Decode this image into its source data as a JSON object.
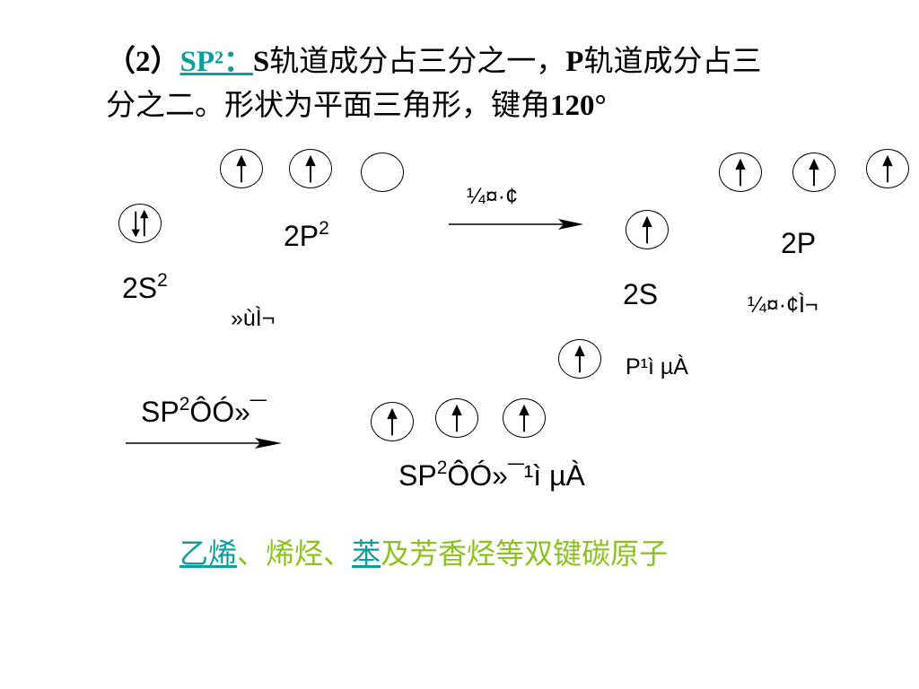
{
  "heading": {
    "prefix": "（2）",
    "link": "SP²：",
    "line1_rest_s": "S",
    "line1_rest_text1": "轨道成分占三分之一，",
    "line1_rest_p": "P",
    "line1_rest_text2": "轨道成分占三",
    "line2_text": "分之二。形状为平面三角形，键角",
    "line2_angle": "120°"
  },
  "ground": {
    "s_label": "2S",
    "s_sup": "2",
    "p_label": "2P",
    "p_sup": "2",
    "state_label": "»ùÌ¬"
  },
  "excite": {
    "arrow_label": "¼¤·¢",
    "s_label": "2S",
    "p_label": "2P",
    "state_label": "¼¤·¢Ì¬"
  },
  "unhybrid": {
    "label": "P¹ì µÀ"
  },
  "hybrid": {
    "arrow_label_main": "SP",
    "arrow_label_sup": "2",
    "arrow_label_tail": "ÔÓ»¯",
    "orbital_label_main": "SP",
    "orbital_label_sup": "2",
    "orbital_label_tail": "ÔÓ»¯¹ì µÀ"
  },
  "footer": {
    "item1": "乙烯",
    "sep1": "、",
    "item2": "烯烃",
    "sep2": "、",
    "item3": "苯",
    "rest": "及芳香烃等双键碳原子"
  },
  "colors": {
    "link": "#0a9e9e",
    "footer": "#8cc21c"
  },
  "icons": {
    "up_arrow": "up-arrow-icon",
    "pair": "paired-electrons-icon"
  }
}
